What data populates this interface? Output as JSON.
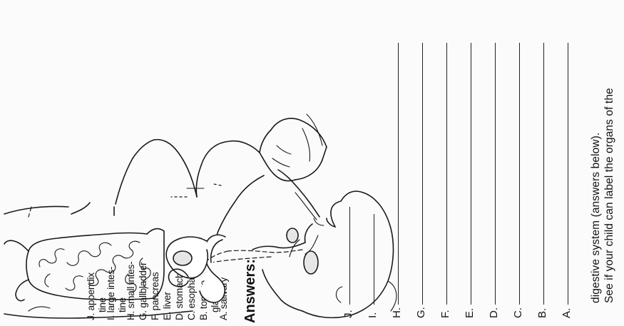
{
  "worksheet": {
    "instruction_line1": "See if your child can label the organs of the",
    "instruction_line2": "digestive system (answers below).",
    "blanks": [
      {
        "letter": "A."
      },
      {
        "letter": "B."
      },
      {
        "letter": "C."
      },
      {
        "letter": "D."
      },
      {
        "letter": "E."
      },
      {
        "letter": "F."
      },
      {
        "letter": "G."
      },
      {
        "letter": "H."
      },
      {
        "letter": "I."
      },
      {
        "letter": "J."
      }
    ],
    "answers_title": "Answers:",
    "answers": [
      {
        "line1": "A. salivary",
        "line2": "glands"
      },
      {
        "line1": "B. tongue",
        "line2": ""
      },
      {
        "line1": "C. esophagus",
        "line2": ""
      },
      {
        "line1": "D. stomach",
        "line2": ""
      },
      {
        "line1": "E. liver",
        "line2": ""
      },
      {
        "line1": "F. pancreas",
        "line2": ""
      },
      {
        "line1": "G. gallbladder",
        "line2": ""
      },
      {
        "line1": "H. small intes-",
        "line2": "tine"
      },
      {
        "line1": "I. large intes-",
        "line2": "tine"
      },
      {
        "line1": "J. appendix",
        "line2": ""
      }
    ]
  },
  "illustration": {
    "icon": "digestive-system-diagram-icon"
  }
}
